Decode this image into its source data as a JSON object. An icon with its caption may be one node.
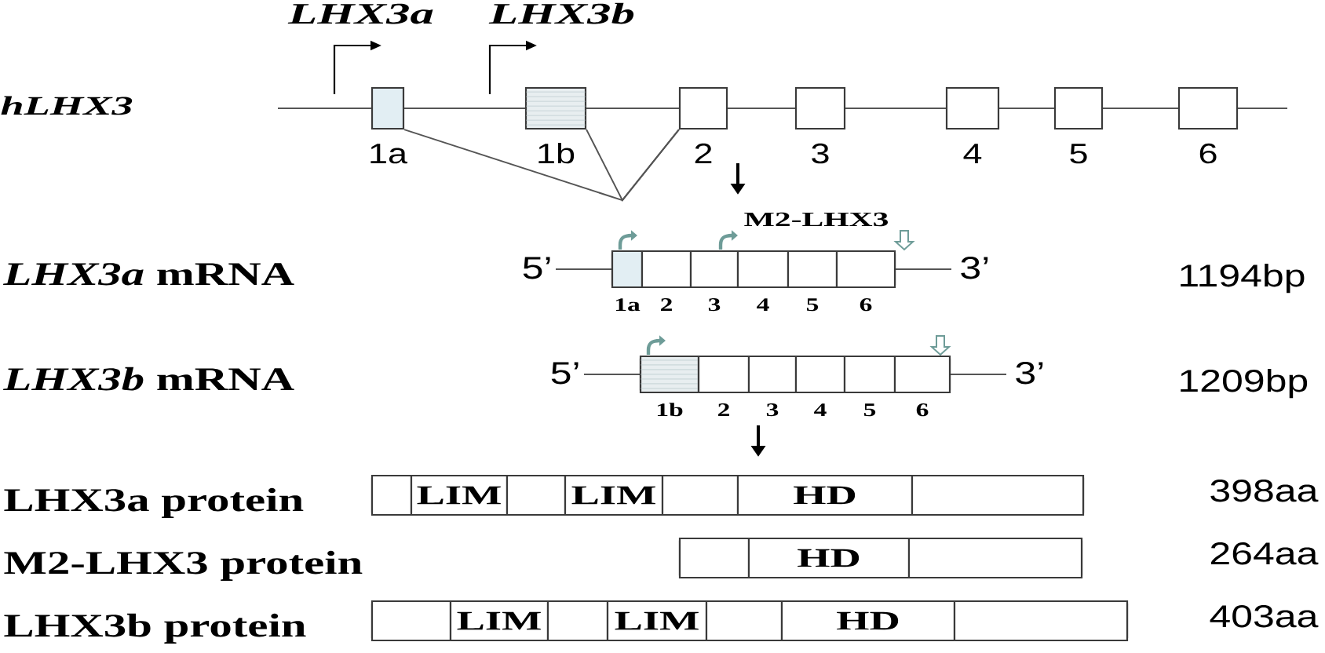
{
  "diagram": {
    "nodes": [
      {
        "text": [],
        "shape": "box",
        "beside": [
          "1a"
        ]
      },
      {
        "text": [],
        "shape": "box",
        "beside": [
          "1b"
        ]
      },
      {
        "text": [],
        "shape": "box",
        "beside": [
          "2"
        ]
      },
      {
        "text": [],
        "shape": "box",
        "beside": [
          "3"
        ]
      },
      {
        "text": [],
        "shape": "box",
        "beside": [
          "4"
        ]
      },
      {
        "text": [],
        "shape": "box",
        "beside": [
          "5"
        ]
      },
      {
        "text": [],
        "shape": "box",
        "beside": [
          "6"
        ]
      },
      {
        "text": [],
        "shape": "bar",
        "beside": [
          "5’",
          "3’"
        ]
      },
      {
        "text": [],
        "shape": "box",
        "in": 7,
        "beside": [
          "1a"
        ]
      },
      {
        "text": [],
        "shape": "box",
        "in": 7,
        "beside": [
          "2"
        ]
      },
      {
        "text": [],
        "shape": "box",
        "in": 7,
        "beside": [
          "3"
        ]
      },
      {
        "text": [],
        "shape": "box",
        "in": 7,
        "beside": [
          "4"
        ]
      },
      {
        "text": [],
        "shape": "box",
        "in": 7,
        "beside": [
          "5"
        ]
      },
      {
        "text": [],
        "shape": "box",
        "in": 7,
        "beside": [
          "6"
        ]
      },
      {
        "text": [],
        "shape": "bar",
        "beside": [
          "5’",
          "3’"
        ]
      },
      {
        "text": [],
        "shape": "box",
        "in": 14,
        "beside": [
          "1b"
        ]
      },
      {
        "text": [],
        "shape": "box",
        "in": 14,
        "beside": [
          "2"
        ]
      },
      {
        "text": [],
        "shape": "box",
        "in": 14,
        "beside": [
          "3"
        ]
      },
      {
        "text": [],
        "shape": "box",
        "in": 14,
        "beside": [
          "4"
        ]
      },
      {
        "text": [],
        "shape": "box",
        "in": 14,
        "beside": [
          "5"
        ]
      },
      {
        "text": [],
        "shape": "box",
        "in": 14,
        "beside": [
          "6"
        ]
      },
      {
        "text": [],
        "shape": "bar"
      },
      {
        "text": [],
        "shape": "box",
        "in": 21
      },
      {
        "text": [
          "LIM"
        ],
        "in": 21
      },
      {
        "text": [],
        "shape": "box",
        "in": 21
      },
      {
        "text": [
          "LIM"
        ],
        "in": 21
      },
      {
        "text": [],
        "shape": "box",
        "in": 21
      },
      {
        "text": [
          "HD"
        ],
        "in": 21
      },
      {
        "text": [],
        "shape": "box",
        "in": 21
      },
      {
        "text": [],
        "shape": "bar"
      },
      {
        "text": [],
        "shape": "box",
        "in": 29
      },
      {
        "text": [
          "HD"
        ],
        "in": 29
      },
      {
        "text": [],
        "shape": "box",
        "in": 29
      },
      {
        "text": [],
        "shape": "bar"
      },
      {
        "text": [],
        "shape": "box",
        "in": 33
      },
      {
        "text": [
          "LIM"
        ],
        "in": 33
      },
      {
        "text": [],
        "shape": "box",
        "in": 33
      },
      {
        "text": [
          "LIM"
        ],
        "in": 33
      },
      {
        "text": [],
        "shape": "box",
        "in": 33
      },
      {
        "text": [
          "HD"
        ],
        "in": 33
      },
      {
        "text": [],
        "shape": "box",
        "in": 33
      }
    ],
    "edges": [
      {
        "from": 0,
        "to": 2,
        "arrow": "none"
      },
      {
        "from": 1,
        "to": 2,
        "arrow": "none"
      }
    ],
    "labels": [
      "LHX3a",
      "LHX3b",
      "hLHX3",
      "M2-LHX3",
      "*LHX3a* mRNA",
      "1194bp",
      "*LHX3b* mRNA",
      "1209bp",
      "LHX3a protein",
      "398aa",
      "M2-LHX3 protein",
      "264aa",
      "LHX3b protein",
      "403aa"
    ]
  }
}
